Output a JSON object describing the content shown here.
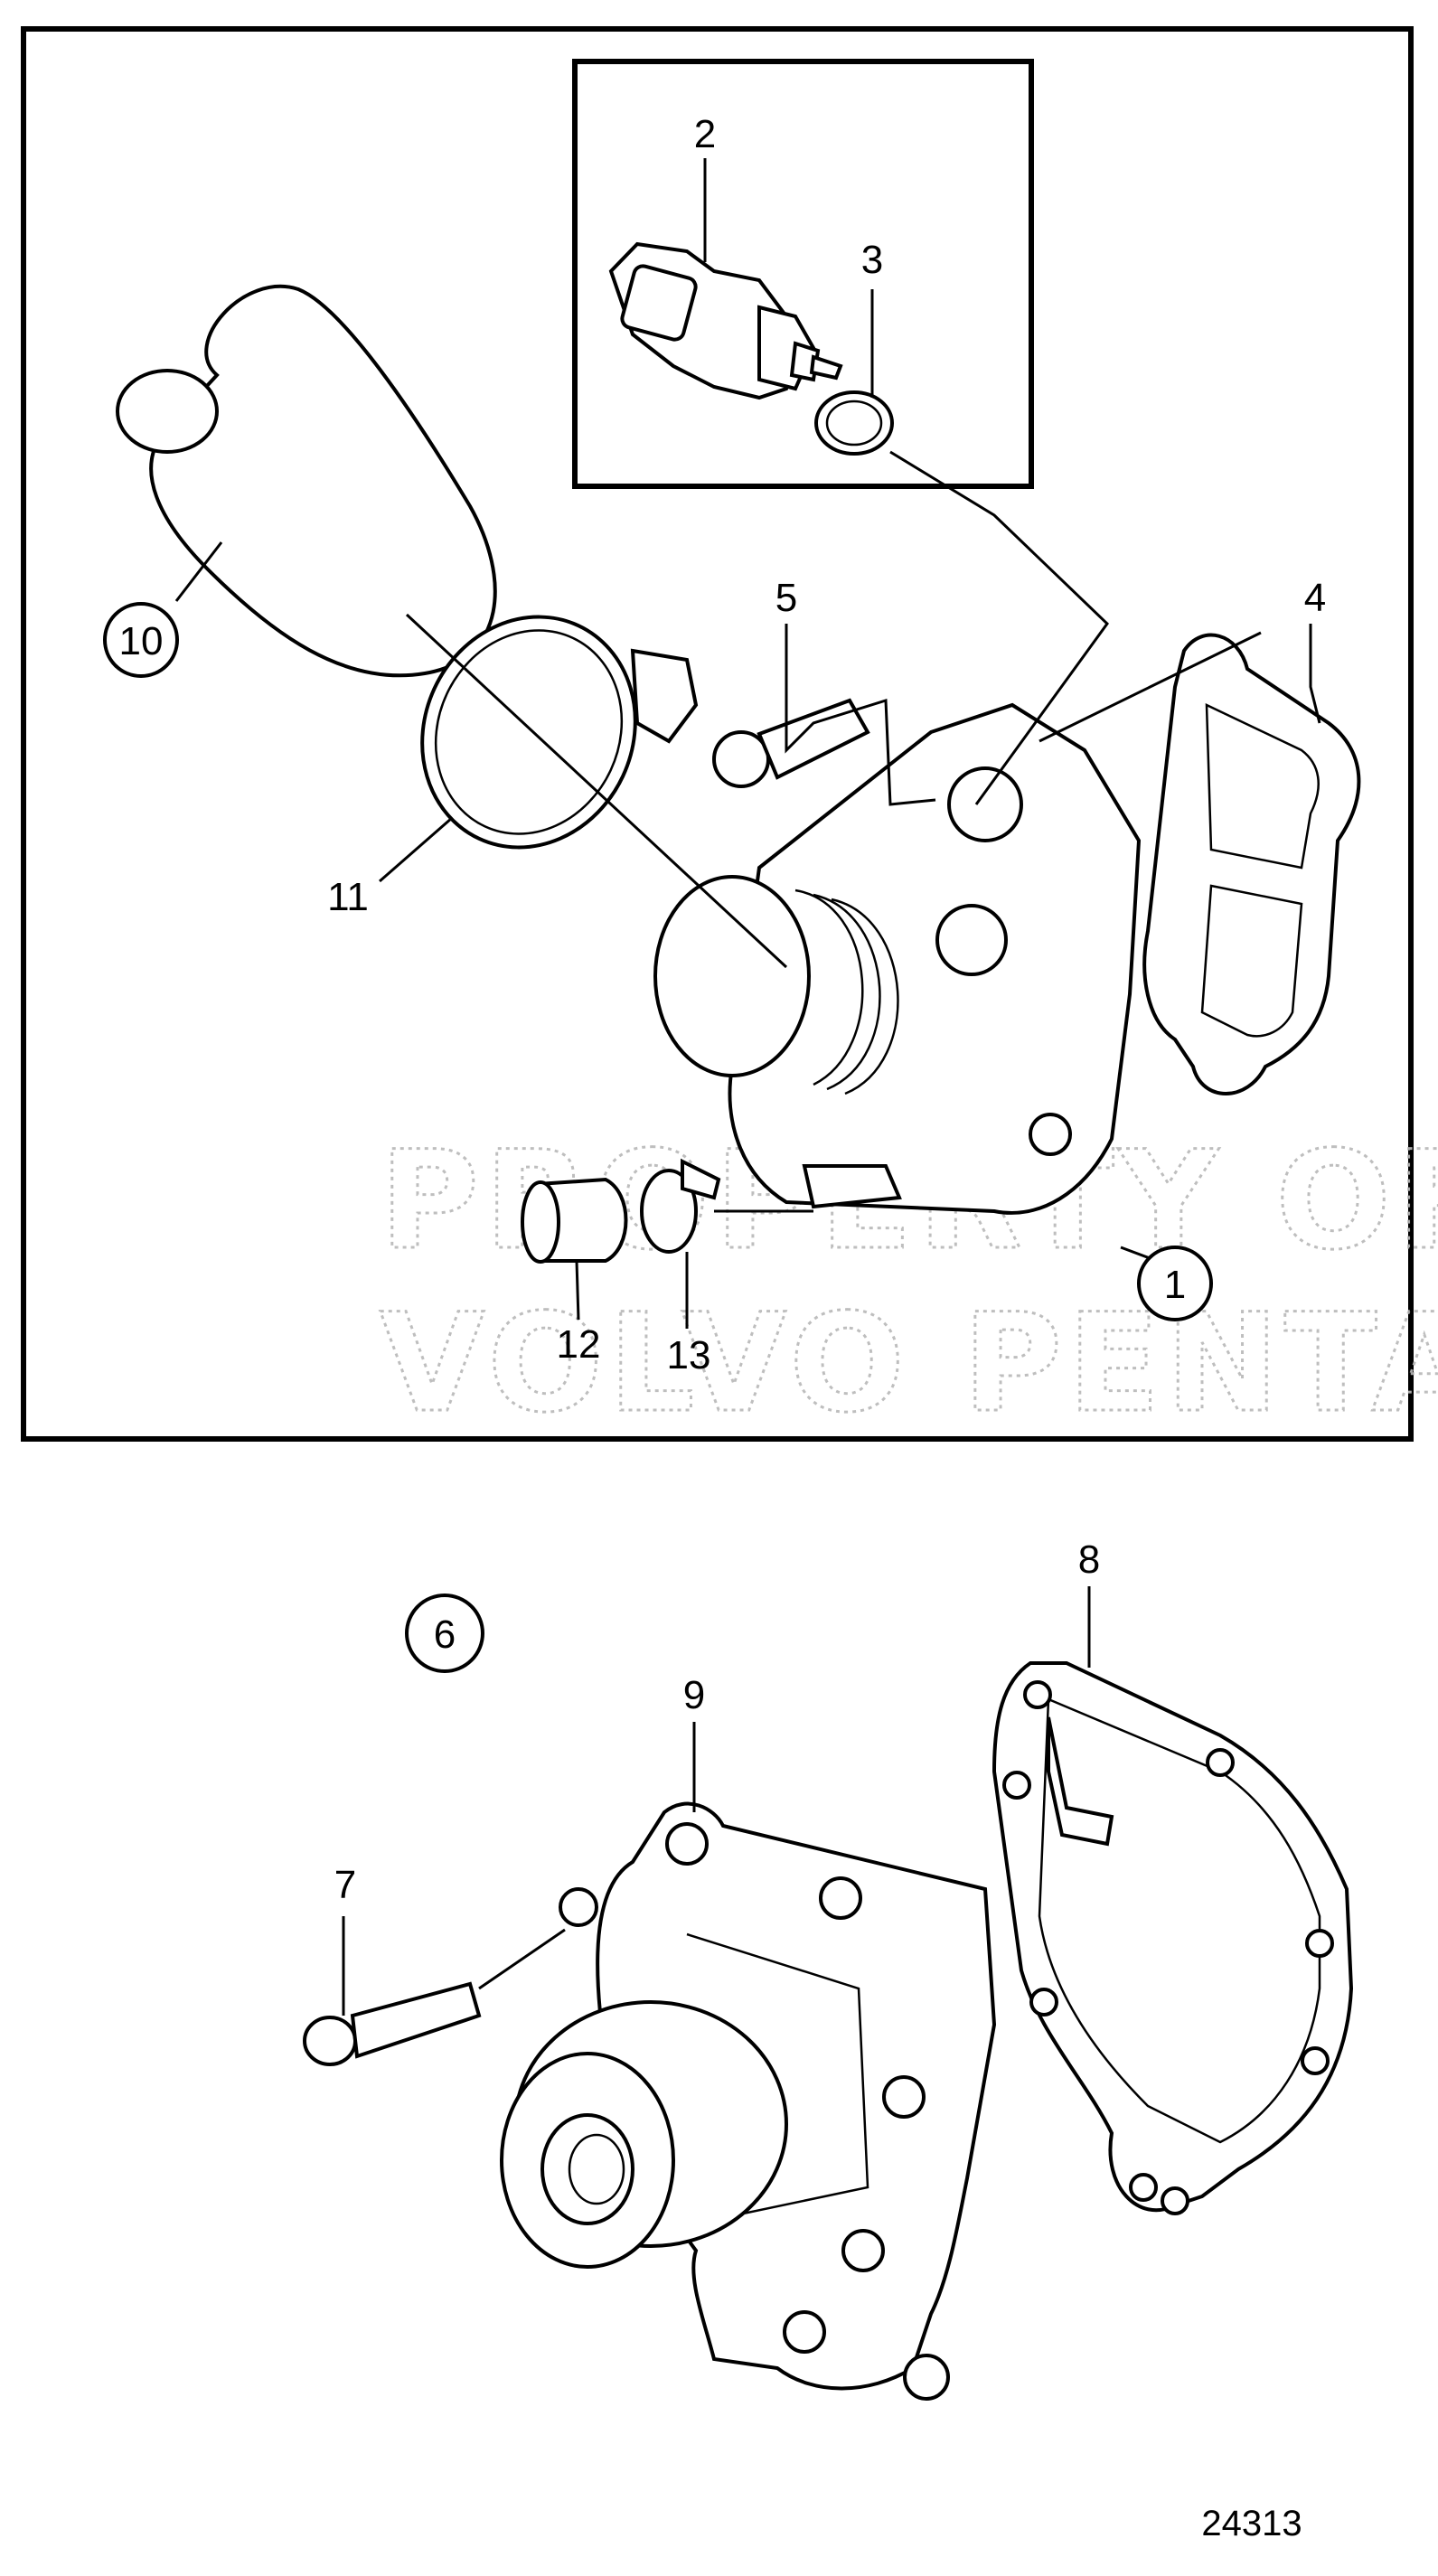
{
  "diagram": {
    "drawing_number": "24313",
    "watermark": {
      "line1": "PROPERTY OF",
      "line2": "VOLVO PENTA"
    },
    "callouts": [
      {
        "id": "c1",
        "label": "1"
      },
      {
        "id": "c2",
        "label": "2"
      },
      {
        "id": "c3",
        "label": "3"
      },
      {
        "id": "c4",
        "label": "4"
      },
      {
        "id": "c5",
        "label": "5"
      },
      {
        "id": "c6",
        "label": "6"
      },
      {
        "id": "c7",
        "label": "7"
      },
      {
        "id": "c8",
        "label": "8"
      },
      {
        "id": "c9",
        "label": "9"
      },
      {
        "id": "c10",
        "label": "10"
      },
      {
        "id": "c11",
        "label": "11"
      },
      {
        "id": "c12",
        "label": "12"
      },
      {
        "id": "c13",
        "label": "13"
      }
    ]
  }
}
